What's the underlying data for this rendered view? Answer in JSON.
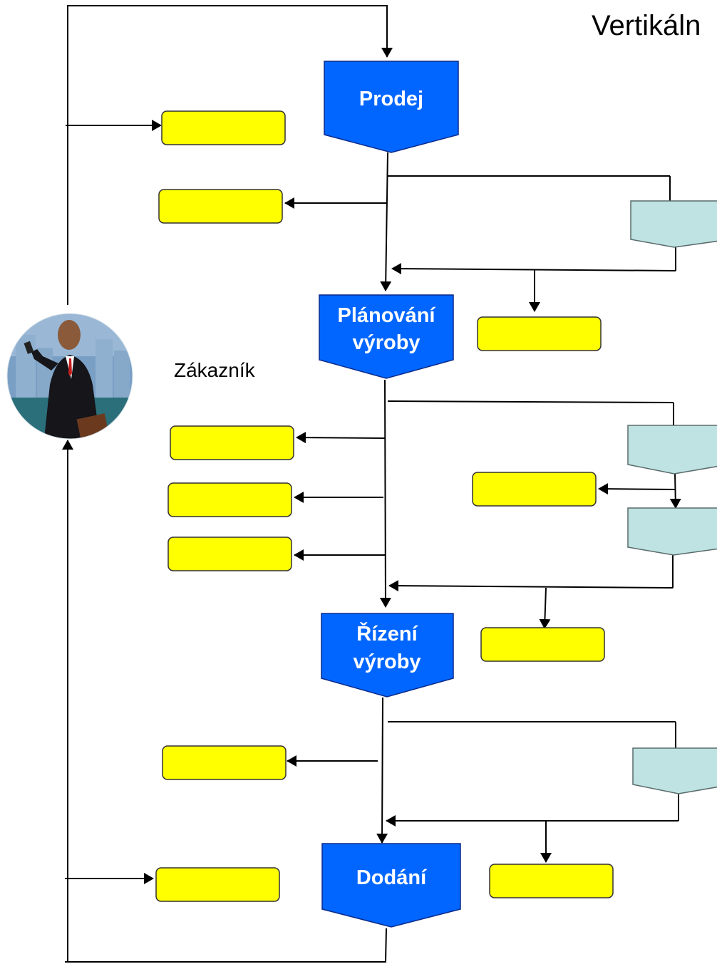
{
  "title": "Vertikáln",
  "customer": {
    "label": "Zákazník",
    "icon": "businessman-avatar-icon"
  },
  "process_nodes": [
    {
      "label_lines": [
        "Prodej"
      ]
    },
    {
      "label_lines": [
        "Plánování",
        "výroby"
      ]
    },
    {
      "label_lines": [
        "Řízení",
        "výroby"
      ]
    },
    {
      "label_lines": [
        "Dodání"
      ]
    }
  ],
  "colors": {
    "process_fill": "#0066ff",
    "process_stroke": "#0b2a8a",
    "document_fill": "#ffff00",
    "document_stroke": "#333333",
    "subprocess_fill": "#bfe2e2",
    "subprocess_stroke": "#5a6b6b",
    "line": "#000000"
  }
}
